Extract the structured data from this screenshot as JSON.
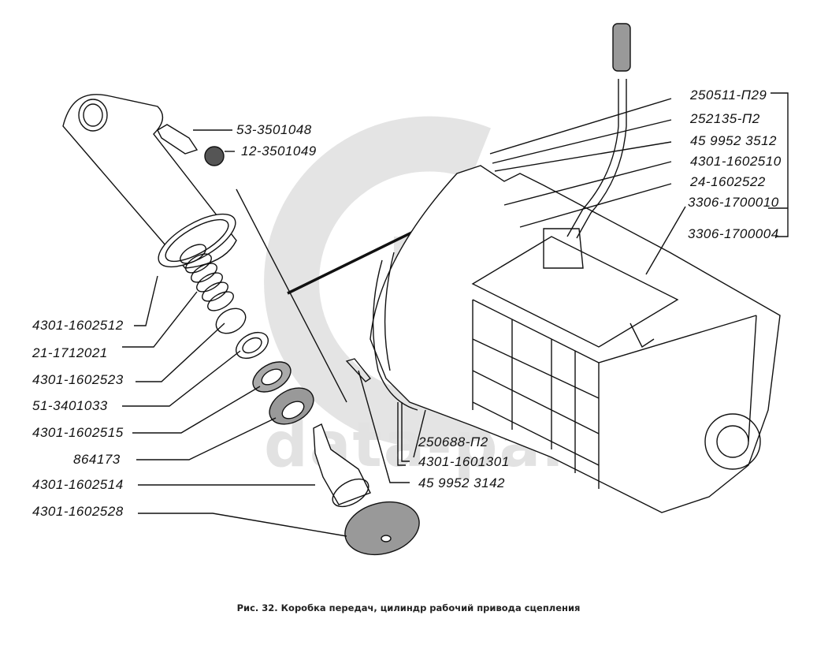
{
  "figure": {
    "caption": "Рис. 32. Коробка передач, цилиндр рабочий привода сцепления",
    "watermark": {
      "logo": "GP",
      "text": "data-parts",
      "color": "#e2e2e2"
    }
  },
  "labels_left": [
    {
      "part": "4301-1602512"
    },
    {
      "part": "21-1712021"
    },
    {
      "part": "4301-1602523"
    },
    {
      "part": "51-3401033"
    },
    {
      "part": "4301-1602515"
    },
    {
      "part": "864173"
    },
    {
      "part": "4301-1602514"
    },
    {
      "part": "4301-1602528"
    }
  ],
  "labels_top_cylinder": [
    {
      "part": "53-3501048"
    },
    {
      "part": "12-3501049"
    }
  ],
  "labels_right": [
    {
      "part": "250511-П29"
    },
    {
      "part": "252135-П2"
    },
    {
      "part": "45 9952 3512"
    },
    {
      "part": "4301-1602510"
    },
    {
      "part": "24-1602522"
    },
    {
      "part": "3306-1700010"
    },
    {
      "part": "3306-1700004"
    }
  ],
  "labels_bottom": [
    {
      "part": "250688-П2"
    },
    {
      "part": "4301-1601301"
    },
    {
      "part": "45 9952 3142"
    }
  ]
}
